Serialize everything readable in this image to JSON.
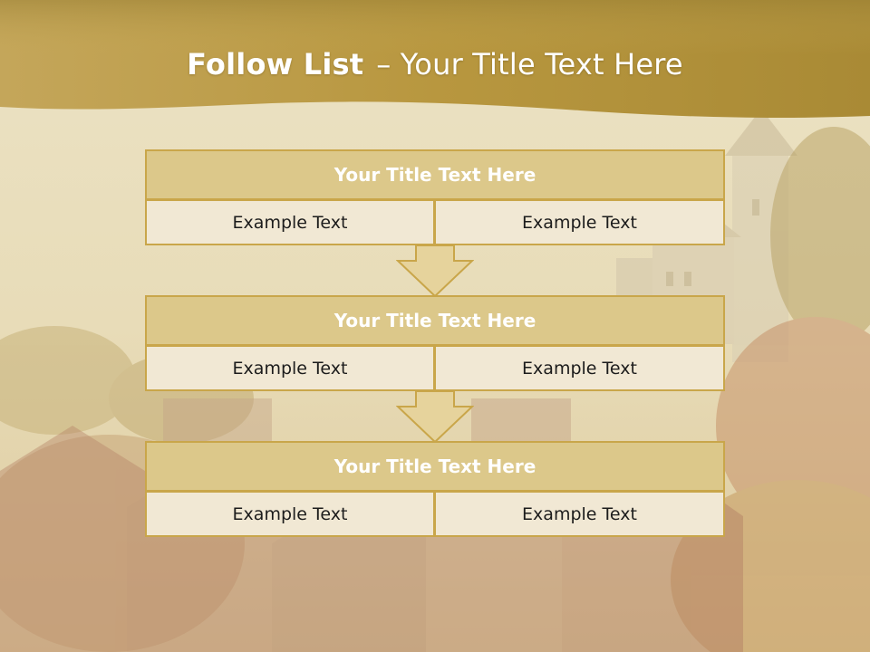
{
  "slide": {
    "title_bold": "Follow List",
    "title_dash": "–",
    "title_rest": " Your Title Text Here"
  },
  "blocks": [
    {
      "title": "Your Title Text Here",
      "left": "Example Text",
      "right": "Example Text"
    },
    {
      "title": "Your Title Text Here",
      "left": "Example Text",
      "right": "Example Text"
    },
    {
      "title": "Your Title Text Here",
      "left": "Example Text",
      "right": "Example Text"
    }
  ],
  "colors": {
    "header_gold": "#b0913c",
    "block_title_fill": "#dcc88a",
    "block_border": "#c9a64a",
    "cell_fill": "#f1e8d4",
    "arrow_fill": "#e6d39c"
  }
}
